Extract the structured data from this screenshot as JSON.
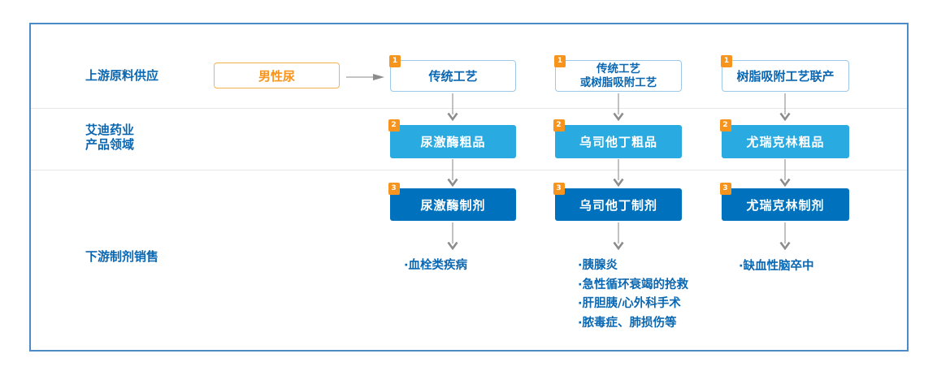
{
  "row_labels": {
    "upstream": "上游原料供应",
    "company": "艾迪药业\n产品领域",
    "downstream": "下游制剂销售"
  },
  "source": {
    "label": "男性尿"
  },
  "columns": [
    {
      "process": {
        "badge": "1",
        "label": "传统工艺"
      },
      "crude": {
        "badge": "2",
        "label": "尿激酶粗品"
      },
      "formulation": {
        "badge": "3",
        "label": "尿激酶制剂"
      },
      "indications": [
        "·血栓类疾病"
      ]
    },
    {
      "process": {
        "badge": "1",
        "label": "传统工艺\n或树脂吸附工艺"
      },
      "crude": {
        "badge": "2",
        "label": "乌司他丁粗品"
      },
      "formulation": {
        "badge": "3",
        "label": "乌司他丁制剂"
      },
      "indications": [
        "·胰腺炎",
        "·急性循环衰竭的抢救",
        "·肝胆胰/心外科手术",
        "·脓毒症、肺损伤等"
      ]
    },
    {
      "process": {
        "badge": "1",
        "label": "树脂吸附工艺联产"
      },
      "crude": {
        "badge": "2",
        "label": "尤瑞克林粗品"
      },
      "formulation": {
        "badge": "3",
        "label": "尤瑞克林制剂"
      },
      "indications": [
        "·缺血性脑卒中"
      ]
    }
  ],
  "colors": {
    "frame_border": "#4c8bc6",
    "text_blue": "#0a67b2",
    "light_blue_box": "#29abe2",
    "dark_blue_box": "#0071bc",
    "badge_orange": "#f7941e",
    "source_orange": "#f7941e",
    "arrow_gray": "#8c8c8c",
    "divider_gray": "#e6e6e6"
  }
}
